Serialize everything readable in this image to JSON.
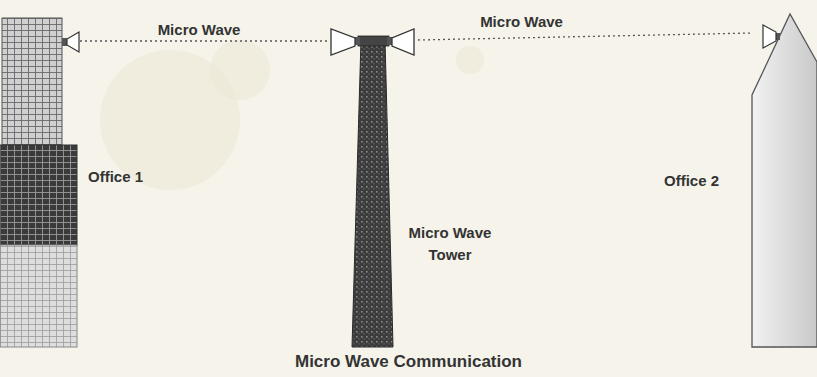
{
  "diagram": {
    "caption": "Micro Wave Communication",
    "nodes": [
      {
        "text": [
          "Office 1"
        ]
      },
      {
        "text": [
          "Micro Wave Tower"
        ]
      },
      {
        "text": [
          "Office 2"
        ]
      }
    ],
    "edges": [
      {
        "from": 0,
        "to": 1,
        "arrow": "none",
        "label": "Micro Wave"
      },
      {
        "from": 1,
        "to": 2,
        "arrow": "none",
        "label": "Micro Wave"
      }
    ]
  }
}
